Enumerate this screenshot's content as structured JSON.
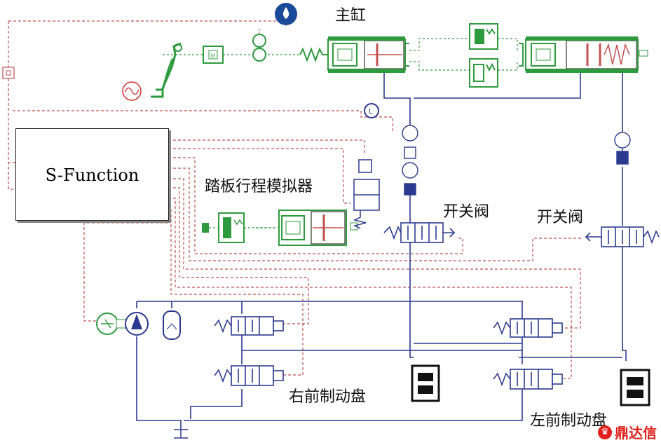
{
  "labels": {
    "master_cylinder": "主缸",
    "s_function": "S-Function",
    "pedal_simulator": "踏板行程模拟器",
    "switch_valve_1": "开关阀",
    "switch_valve_2": "开关阀",
    "right_front_disc": "右前制动盘",
    "left_front_disc": "左前制动盘"
  },
  "watermark": "鼎达信",
  "colors": {
    "signal_line": "#c0504d",
    "hydraulic_line": "#2b3a8f",
    "mechanical": "#2e9a3e",
    "source": "#d03030",
    "reservoir": "#1a4a9a"
  },
  "icons": [
    "tank-icon",
    "pedal-icon",
    "signal-source-icon",
    "spring-icon",
    "mass-icon",
    "piston-icon",
    "pressure-sensor-icon",
    "valve-icon",
    "motor-icon",
    "pump-icon",
    "accumulator-icon",
    "brake-disc-icon",
    "ground-icon"
  ]
}
